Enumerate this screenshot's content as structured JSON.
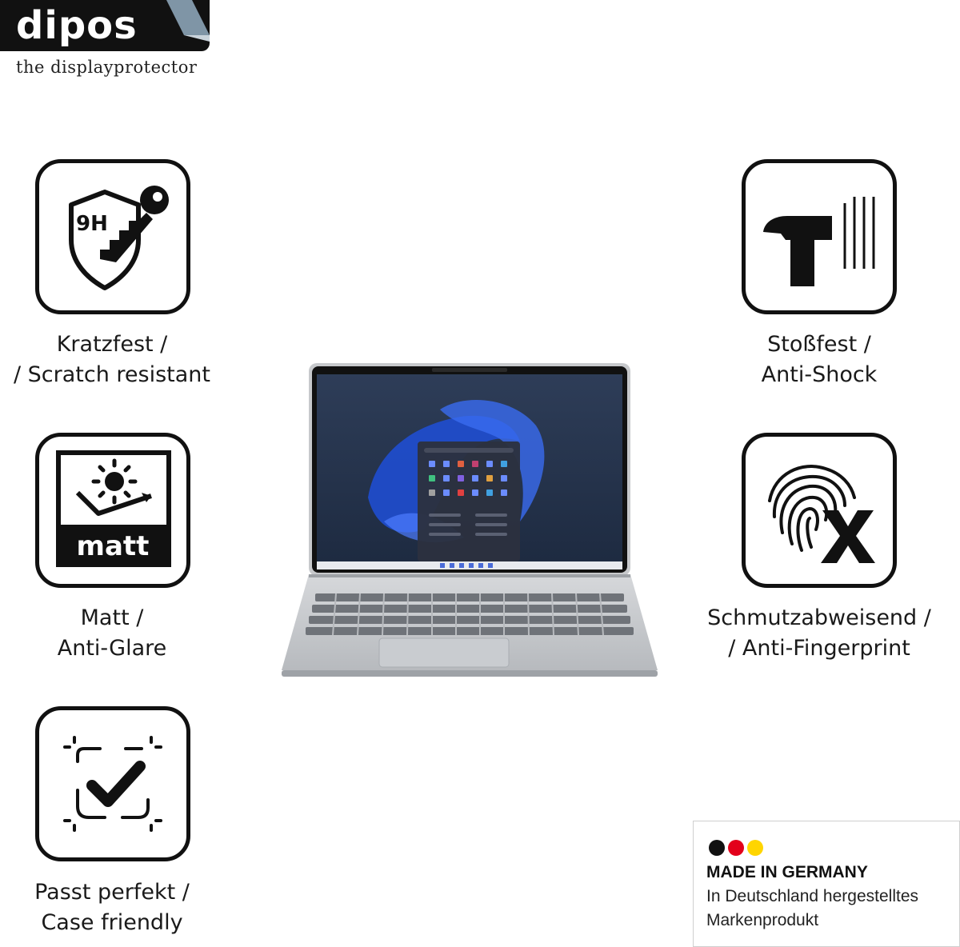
{
  "brand": {
    "name": "dipos",
    "tagline": "the displayprotector"
  },
  "features": {
    "scratch": {
      "line1": "Kratzfest /",
      "line2": "/ Scratch resistant",
      "badge": "9H",
      "icon": "shield-key-icon"
    },
    "matt": {
      "line1": "Matt /",
      "line2": "Anti-Glare",
      "badge": "matt",
      "icon": "sun-matt-icon"
    },
    "case": {
      "line1": "Passt perfekt /",
      "line2": "Case friendly",
      "icon": "checkmark-frame-icon"
    },
    "shock": {
      "line1": "Stoßfest /",
      "line2": "Anti-Shock",
      "icon": "hammer-icon"
    },
    "fingerprint": {
      "line1": "Schmutzabweisend /",
      "line2": "/ Anti-Fingerprint",
      "icon": "fingerprint-x-icon"
    }
  },
  "made_in": {
    "title": "MADE IN GERMANY",
    "line1": "In Deutschland hergestelltes",
    "line2": "Markenprodukt",
    "flag_colors": [
      "#111111",
      "#e3001b",
      "#ffd500"
    ]
  },
  "colors": {
    "ink": "#111111",
    "screen_blue": "#1f4fd8"
  }
}
